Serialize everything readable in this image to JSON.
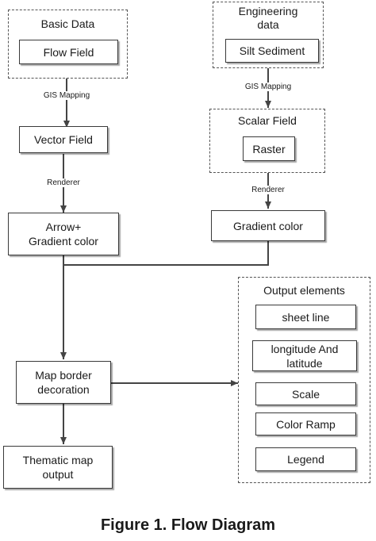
{
  "groups": {
    "basic_data": {
      "title": "Basic Data"
    },
    "engineering_data": {
      "title": "Engineering\ndata"
    },
    "scalar_field": {
      "title": "Scalar Field"
    },
    "output_elements": {
      "title": "Output elements"
    }
  },
  "nodes": {
    "flow_field": "Flow Field",
    "silt_sediment": "Silt Sediment",
    "raster": "Raster",
    "vector_field": "Vector Field",
    "arrow_gradient": "Arrow+\nGradient color",
    "gradient_color": "Gradient color",
    "map_border": "Map border\ndecoration",
    "thematic_output": "Thematic map\noutput",
    "sheet_line": "sheet line",
    "longitude_latitude": "longitude And\nlatitude",
    "scale": "Scale",
    "color_ramp": "Color Ramp",
    "legend": "Legend"
  },
  "edge_labels": {
    "gis_mapping_left": "GIS Mapping",
    "gis_mapping_right": "GIS Mapping",
    "renderer_left": "Renderer",
    "renderer_right": "Renderer"
  },
  "caption": "Figure 1. Flow Diagram"
}
